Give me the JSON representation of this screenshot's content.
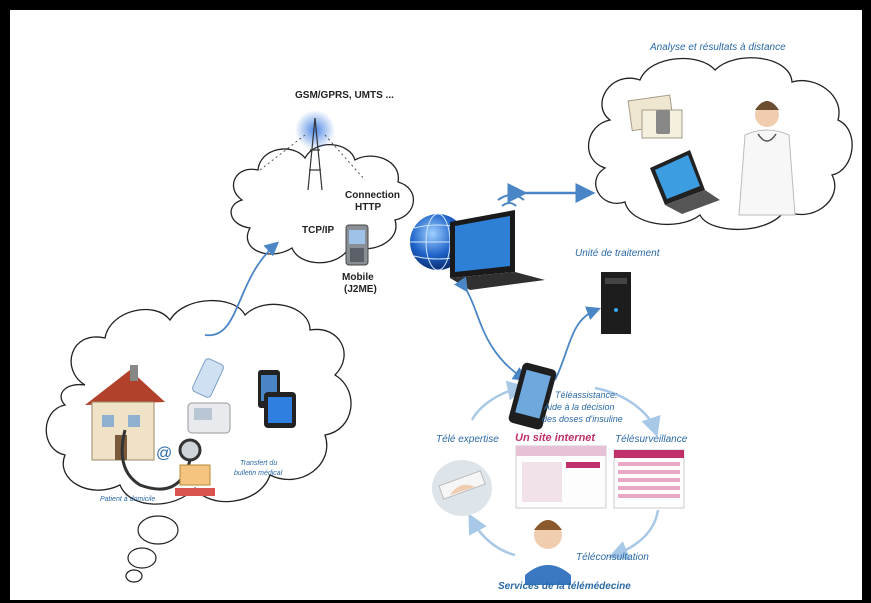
{
  "labels": {
    "network": "GSM/GPRS, UMTS ...",
    "connection": "Connection",
    "http": "HTTP",
    "tcpip": "TCP/IP",
    "mobile": "Mobile",
    "j2me": "(J2ME)",
    "remote_analysis": "Analyse et résultats à distance",
    "processing_unit": "Unité de traitement",
    "patient_home": "Patient à domicile",
    "transfer_1": "Transfert du",
    "transfer_2": "bulletin médical",
    "teleassistance_1": "Téléassistance:",
    "teleassistance_2": "Aide à la décision",
    "teleassistance_3": "des doses d'insuline",
    "website": "Un site internet",
    "teleexpertise": "Télé expertise",
    "telesurveillance": "Télésurveillance",
    "teleconsultation": "Téléconsultation",
    "services": "Services de la télémédecine"
  },
  "colors": {
    "frame": "#000000",
    "text_blue": "#2b6aa6",
    "arrow_blue": "#4a86c6",
    "cloud_stroke": "#222222"
  },
  "icons": [
    "antenna-icon",
    "mobile-phone-icon",
    "globe-icon",
    "laptop-icon",
    "server-tower-icon",
    "house-icon",
    "stethoscope-icon",
    "glucometer-icon",
    "blood-pressure-monitor-icon",
    "doctor-icon",
    "smartphone-icon",
    "website-screenshot-icon"
  ]
}
